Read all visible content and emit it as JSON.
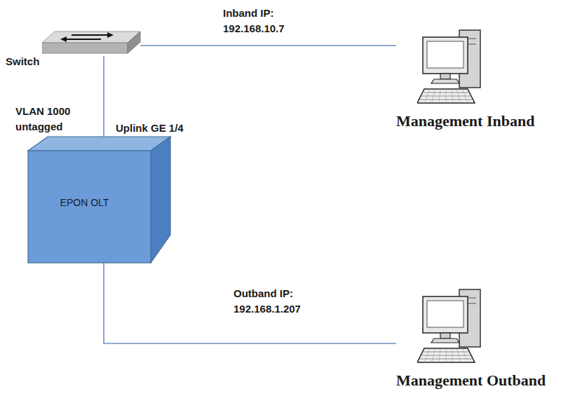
{
  "diagram": {
    "nodes": [
      {
        "text": [
          "Switch"
        ]
      },
      {
        "text": [
          "Management Inband"
        ]
      },
      {
        "text": [
          "EPON OLT"
        ]
      },
      {
        "text": [
          "Management Outband"
        ]
      }
    ],
    "edges": [
      {
        "from": 0,
        "to": 1,
        "arrow": "none",
        "label": "Inband IP: 192.168.10.7"
      },
      {
        "from": 0,
        "to": 2,
        "arrow": "none",
        "label": "VLAN 1000 untagged"
      },
      {
        "from": 2,
        "to": 3,
        "arrow": "none",
        "label": "Outband IP: 192.168.1.207"
      }
    ],
    "labels": [
      "Uplink GE 1/4"
    ]
  }
}
